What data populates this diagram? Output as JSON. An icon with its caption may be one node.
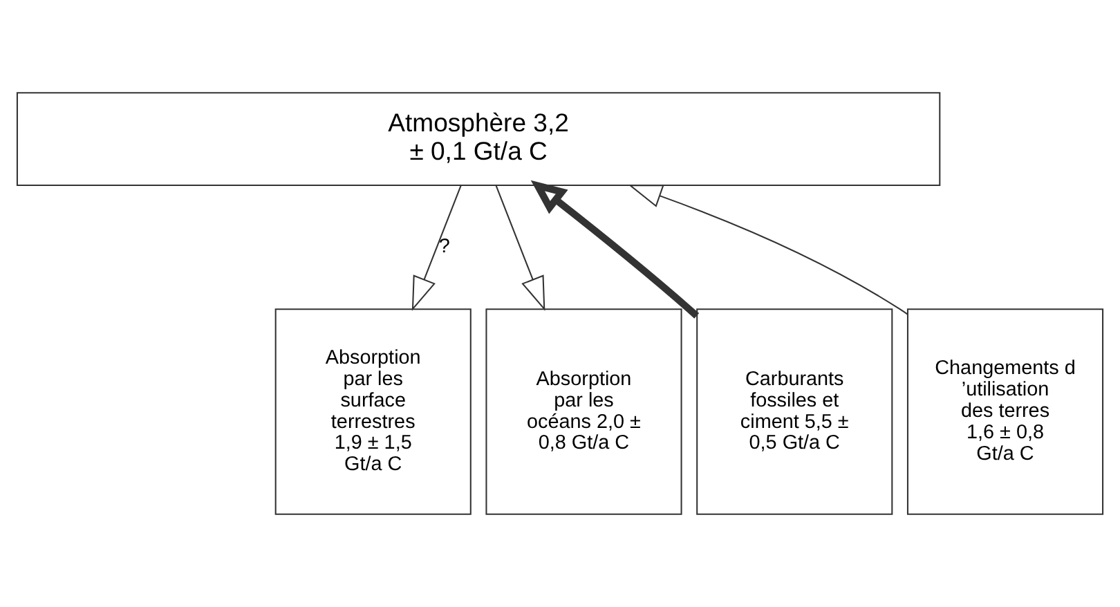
{
  "diagram": {
    "nodes": [
      {
        "text": [
          "Atmosphère 3,2 ± 0,1 Gt/a C"
        ]
      },
      {
        "text": [
          "Carburants fossiles et ciment 5,5 ± 0,5 Gt/a C"
        ]
      },
      {
        "text": [
          "Changements d ’utilisation des terres 1,6 ± 0,8 Gt/a C"
        ]
      },
      {
        "text": [
          "Absorption par les surface terrestres 1,9 ± 1,5 Gt/a C"
        ]
      },
      {
        "text": [
          "Absorption par les océans 2,0 ± 0,8 Gt/a C"
        ]
      }
    ],
    "edges": [
      {
        "from": 1,
        "to": 0,
        "arrow": "to",
        "style": "thick"
      },
      {
        "from": 2,
        "to": 0,
        "arrow": "to"
      },
      {
        "from": 0,
        "to": 3,
        "arrow": "to",
        "label": "?"
      },
      {
        "from": 0,
        "to": 4,
        "arrow": "to"
      }
    ]
  }
}
